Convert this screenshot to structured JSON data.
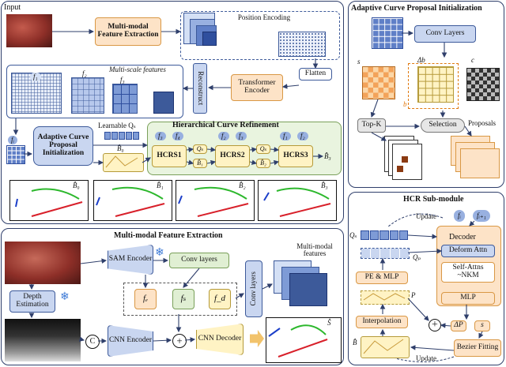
{
  "top_panel": {
    "input_label": "Input",
    "mfe_box": "Multi-modal Feature Extraction",
    "position_encoding": "Position Encoding",
    "multiscale_label": "Multi-scale features",
    "f1": "f₁",
    "f2": "f₂",
    "f3": "f₃",
    "f4": "f₄",
    "reconstruct": "Reconstruct",
    "transformer_encoder": "Transformer Encoder",
    "flatten": "Flatten",
    "fi": "fᵢ",
    "acpi_box": "Adaptive Curve Proposal Initialization",
    "learnable_q": "Learnable Qₛ",
    "hcr_title": "Hierarchical Curve Refinement",
    "b0": "B̂₀",
    "hcrs1": "HCRS1",
    "hcrs2": "HCRS2",
    "hcrs3": "HCRS3",
    "qs": "Qₛ",
    "b1": "B̂₁",
    "b2": "B̂₂",
    "b3": "B̂₃",
    "f3_tag": "f₃",
    "f4_tag": "f₄",
    "f2_tag": "f₂",
    "f1_tag": "f₁",
    "curve_labels": [
      "B̂₀",
      "B̂₁",
      "B̂₂",
      "B̂₃"
    ]
  },
  "acpi_panel": {
    "title": "Adaptive Curve Proposal Initialization",
    "conv_layers": "Conv Layers",
    "s": "s",
    "delta_b": "Δb",
    "c": "c",
    "b": "b",
    "topk": "Top-K",
    "selection": "Selection",
    "proposals": "Proposals"
  },
  "hcr_panel": {
    "title": "HCR Sub-module",
    "update_top": "Update",
    "fi": "fᵢ",
    "fi1": "fᵢ₊₁",
    "qs": "Qₛ",
    "qp": "Qₚ",
    "decoder": "Decoder",
    "deform_attn": "Deform Attn",
    "self_attns": "Self-Attns ~NKM",
    "pe_mlp": "PE & MLP",
    "p": "P",
    "mlp": "MLP",
    "interpolation": "Interpolation",
    "delta_p": "ΔP",
    "s": "s",
    "bhat": "B̂",
    "bezier": "Bezier Fitting",
    "update_bottom": "Update"
  },
  "mfe_panel": {
    "title": "Multi-modal Feature Extraction",
    "sam_encoder": "SAM Encoder",
    "conv_layers": "Conv layers",
    "depth_estimation": "Depth Estimation",
    "fe": "fₑ",
    "fs": "fₛ",
    "fd": "f_d",
    "conv_layers_vertical": "Conv layers",
    "multimodal_features": "Multi-modal features",
    "c": "C",
    "cnn_encoder": "CNN Encoder",
    "plus": "+",
    "cnn_decoder": "CNN Decoder",
    "s_hat": "Ŝ"
  },
  "colors": {
    "panel_border": "#2f3f6b",
    "orange_fill": "#fde3c7",
    "blue_fill": "#c9d6f0",
    "green_fill": "#e0efd3",
    "curve_green": "#2db82d",
    "curve_red": "#d8202a",
    "curve_blue": "#1c3fc9"
  }
}
